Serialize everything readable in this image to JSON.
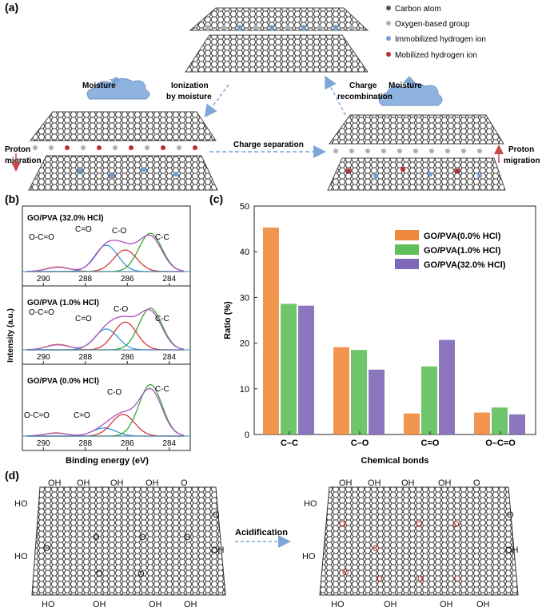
{
  "panel_a": {
    "label": "(a)",
    "legend": [
      {
        "text": "Carbon atom",
        "color": "#555555"
      },
      {
        "text": "Oxygen-based group",
        "color": "#b0b0b0"
      },
      {
        "text": "Immobilized hydrogen ion",
        "color": "#6f9fd6"
      },
      {
        "text": "Mobilized hydrogen ion",
        "color": "#b8302f"
      }
    ],
    "moisture_left": "Moisture",
    "moisture_right": "Moisture",
    "ionization": [
      "Ionization",
      "by moisture"
    ],
    "recombination": [
      "Charge",
      "recombination"
    ],
    "charge_separation": "Charge separation",
    "proton_left": [
      "Proton",
      "migration"
    ],
    "proton_right": [
      "Proton",
      "migration"
    ]
  },
  "panel_b": {
    "label": "(b)",
    "ylabel": "Intensity (a.u.)",
    "xlabel": "Binding energy (eV)",
    "ticks": [
      "290",
      "288",
      "286",
      "284"
    ],
    "subplots": [
      {
        "title": "GO/PVA (32.0% HCl)",
        "labels": [
          "O-C=O",
          "C=O",
          "C-O",
          "C-C"
        ]
      },
      {
        "title": "GO/PVA (1.0% HCl)",
        "labels": [
          "O-C=O",
          "C=O",
          "C-O",
          "C-C"
        ]
      },
      {
        "title": "GO/PVA (0.0% HCl)",
        "labels": [
          "O-C=O",
          "C=O",
          "C-O",
          "C-C"
        ]
      }
    ]
  },
  "panel_c": {
    "label": "(c)"
  },
  "chart_data": {
    "type": "bar",
    "categories": [
      "C–C",
      "C–O",
      "C=O",
      "O–C=O"
    ],
    "series": [
      {
        "name": "GO/PVA(0.0% HCl)",
        "values": [
          45.3,
          19.1,
          4.6,
          4.8
        ],
        "color": "#ef8a3c"
      },
      {
        "name": "GO/PVA(1.0% HCl)",
        "values": [
          28.6,
          18.5,
          14.9,
          5.9
        ],
        "color": "#5fbf5a"
      },
      {
        "name": "GO/PVA(32.0% HCl)",
        "values": [
          28.2,
          14.2,
          20.7,
          4.4
        ],
        "color": "#8068b8"
      }
    ],
    "xlabel": "Chemical bonds",
    "ylabel": "Ratio (%)",
    "ylim": [
      0,
      50
    ],
    "yticks": [
      "0",
      "10",
      "20",
      "30",
      "40",
      "50"
    ]
  },
  "panel_d": {
    "label": "(d)",
    "arrow_label": "Acidification"
  }
}
